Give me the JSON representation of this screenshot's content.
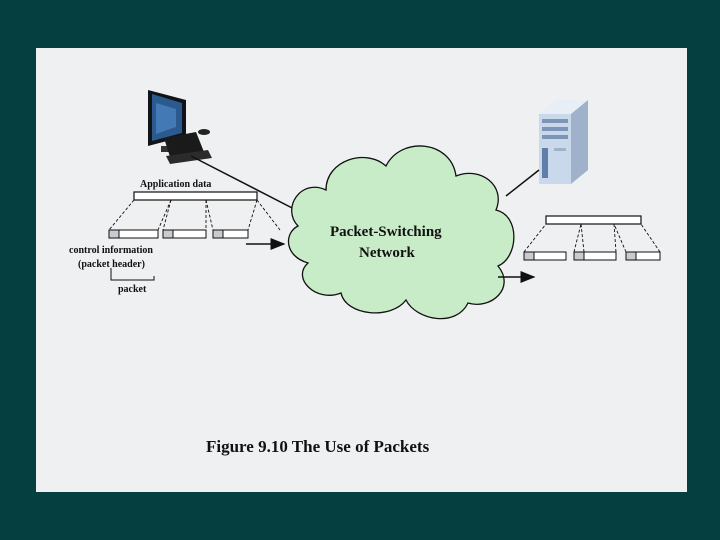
{
  "figure": {
    "caption": "Figure 9.10  The Use of Packets"
  },
  "sender": {
    "application_data_label": "Application data",
    "control_info_line1": "control information",
    "control_info_line2": "(packet header)",
    "packet_label": "packet",
    "icon": "desktop-computer-icon"
  },
  "network": {
    "label_line1": "Packet-Switching",
    "label_line2": "Network",
    "fill_color": "#c9ecc8",
    "icon": "cloud-icon"
  },
  "receiver": {
    "icon": "server-tower-icon"
  },
  "colors": {
    "background": "#053f3f",
    "panel": "#eef0f1",
    "cloud": "#c9ecc8"
  }
}
